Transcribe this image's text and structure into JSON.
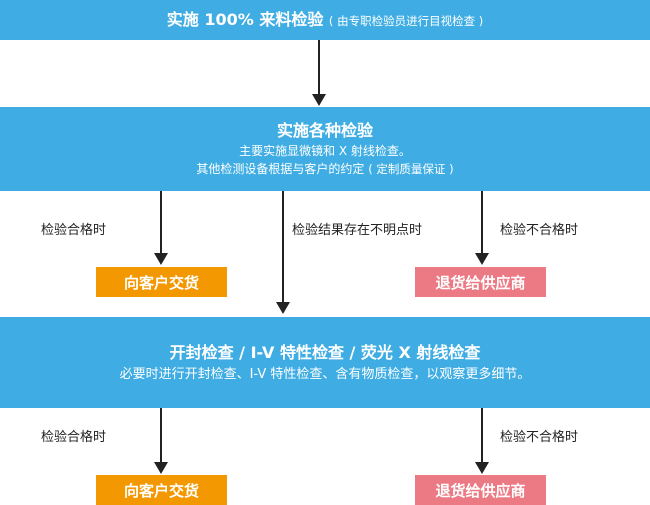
{
  "step1": {
    "title": "实施 100% 来料检验",
    "note": "( 由专职检验员进行目视检查 )"
  },
  "step2": {
    "title": "实施各种检验",
    "line1": "主要实施显微镜和 X 射线检查。",
    "line2": "其他检测设备根据与客户的约定",
    "line2_note": "( 定制质量保证 )"
  },
  "step3": {
    "title": "开封检查 / I-V 特性检查 / 荧光 X 射线检查",
    "line1": "必要时进行开封检查、I-V 特性检查、含有物质检查，以观察更多细节。"
  },
  "branch1": {
    "pass_label": "检验合格时",
    "unclear_label": "检验结果存在不明点时",
    "fail_label": "检验不合格时",
    "pass_box": "向客户交货",
    "fail_box": "退货给供应商"
  },
  "branch2": {
    "pass_label": "检验合格时",
    "fail_label": "检验不合格时",
    "pass_box": "向客户交货",
    "fail_box": "退货给供应商"
  },
  "colors": {
    "band": "#3FADE3",
    "pass_box": "#F39800",
    "fail_box": "#EC7A84",
    "arrow": "#222222"
  }
}
